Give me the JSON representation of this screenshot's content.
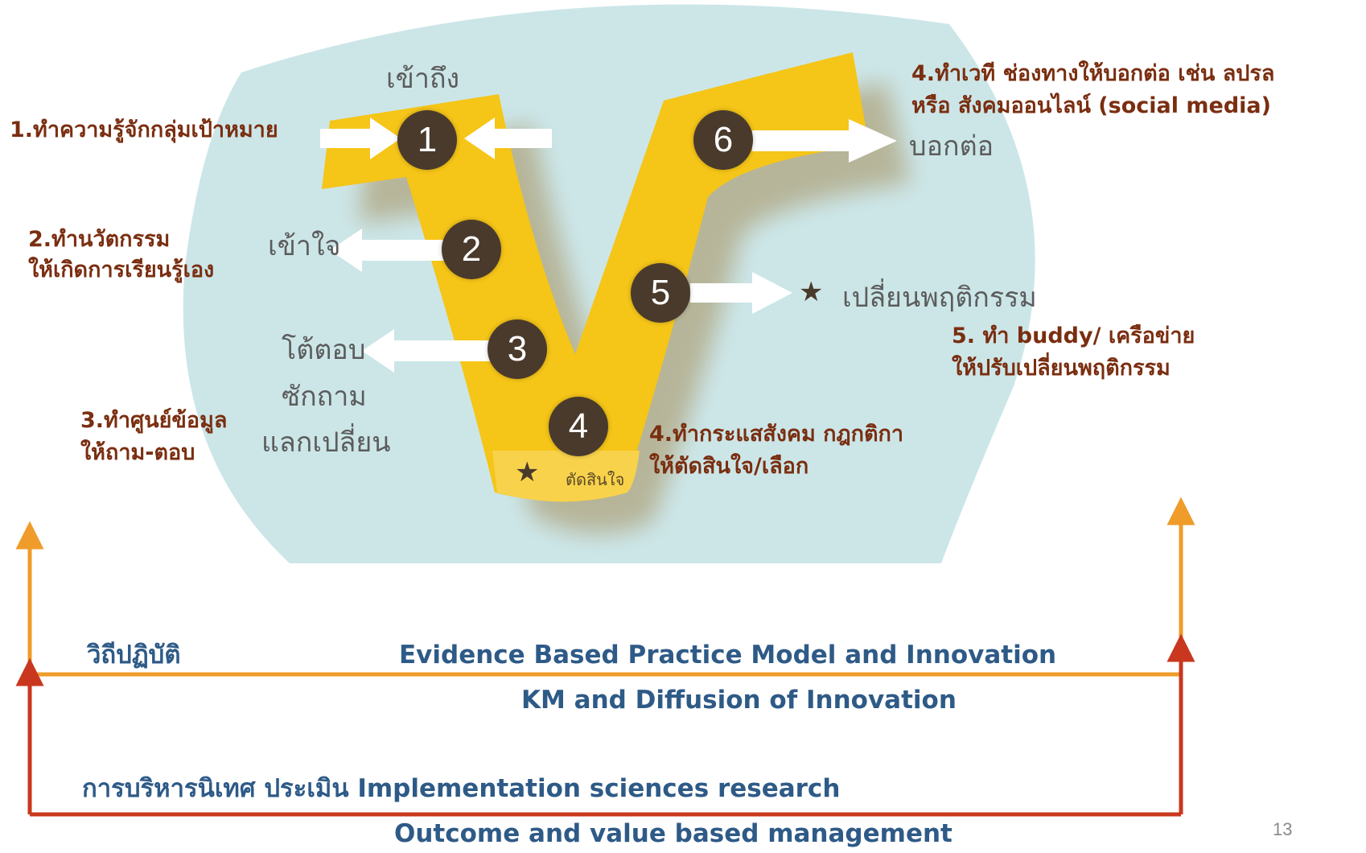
{
  "steps": [
    {
      "number": "1",
      "side_label": "เข้าถึง",
      "action": "1.ทำความรู้จักกลุ่มเป้าหมาย"
    },
    {
      "number": "2",
      "side_label": "เข้าใจ",
      "action_line1": "2.ทำนวัตกรรม",
      "action_line2": "ให้เกิดการเรียนรู้เอง"
    },
    {
      "number": "3",
      "side_label_line1": "โต้ตอบ",
      "side_label_line2": "ซักถาม",
      "side_label_line3": "แลกเปลี่ยน",
      "action_line1": "3.ทำศูนย์ข้อมูล",
      "action_line2": "ให้ถาม-ตอบ"
    },
    {
      "number": "4",
      "side_label": "ตัดสินใจ",
      "action_line1": "4.ทำกระแสสังคม กฎกติกา",
      "action_line2": "ให้ตัดสินใจ/เลือก"
    },
    {
      "number": "5",
      "side_label": "เปลี่ยนพฤติกรรม",
      "action_line1": "5. ทำ buddy/ เครือข่าย",
      "action_line2": "ให้ปรับเปลี่ยนพฤติกรรม"
    },
    {
      "number": "6",
      "side_label": "บอกต่อ",
      "action_line1": "4.ทำเวที ช่องทางให้บอกต่อ เช่น ลปรล",
      "action_line2": "หรือ สังคมออนไลน์ (social media)"
    }
  ],
  "bottom": {
    "practice_label": "วิถีปฏิบัติ",
    "evidence": "Evidence Based  Practice Model and Innovation",
    "km": "KM and Diffusion of Innovation",
    "management": "การบริหารนิเทศ ประเมิน Implementation sciences research",
    "outcome": "Outcome and value based management"
  },
  "page_number": "13",
  "colors": {
    "background_circle": "#cce6e8",
    "v_shape": "#f5c518",
    "badge": "#4a3a2c",
    "orange_line": "#ef9c2a",
    "red_line": "#c9371e",
    "brown_text": "#7a2e10",
    "blue_text": "#2e5a87"
  }
}
